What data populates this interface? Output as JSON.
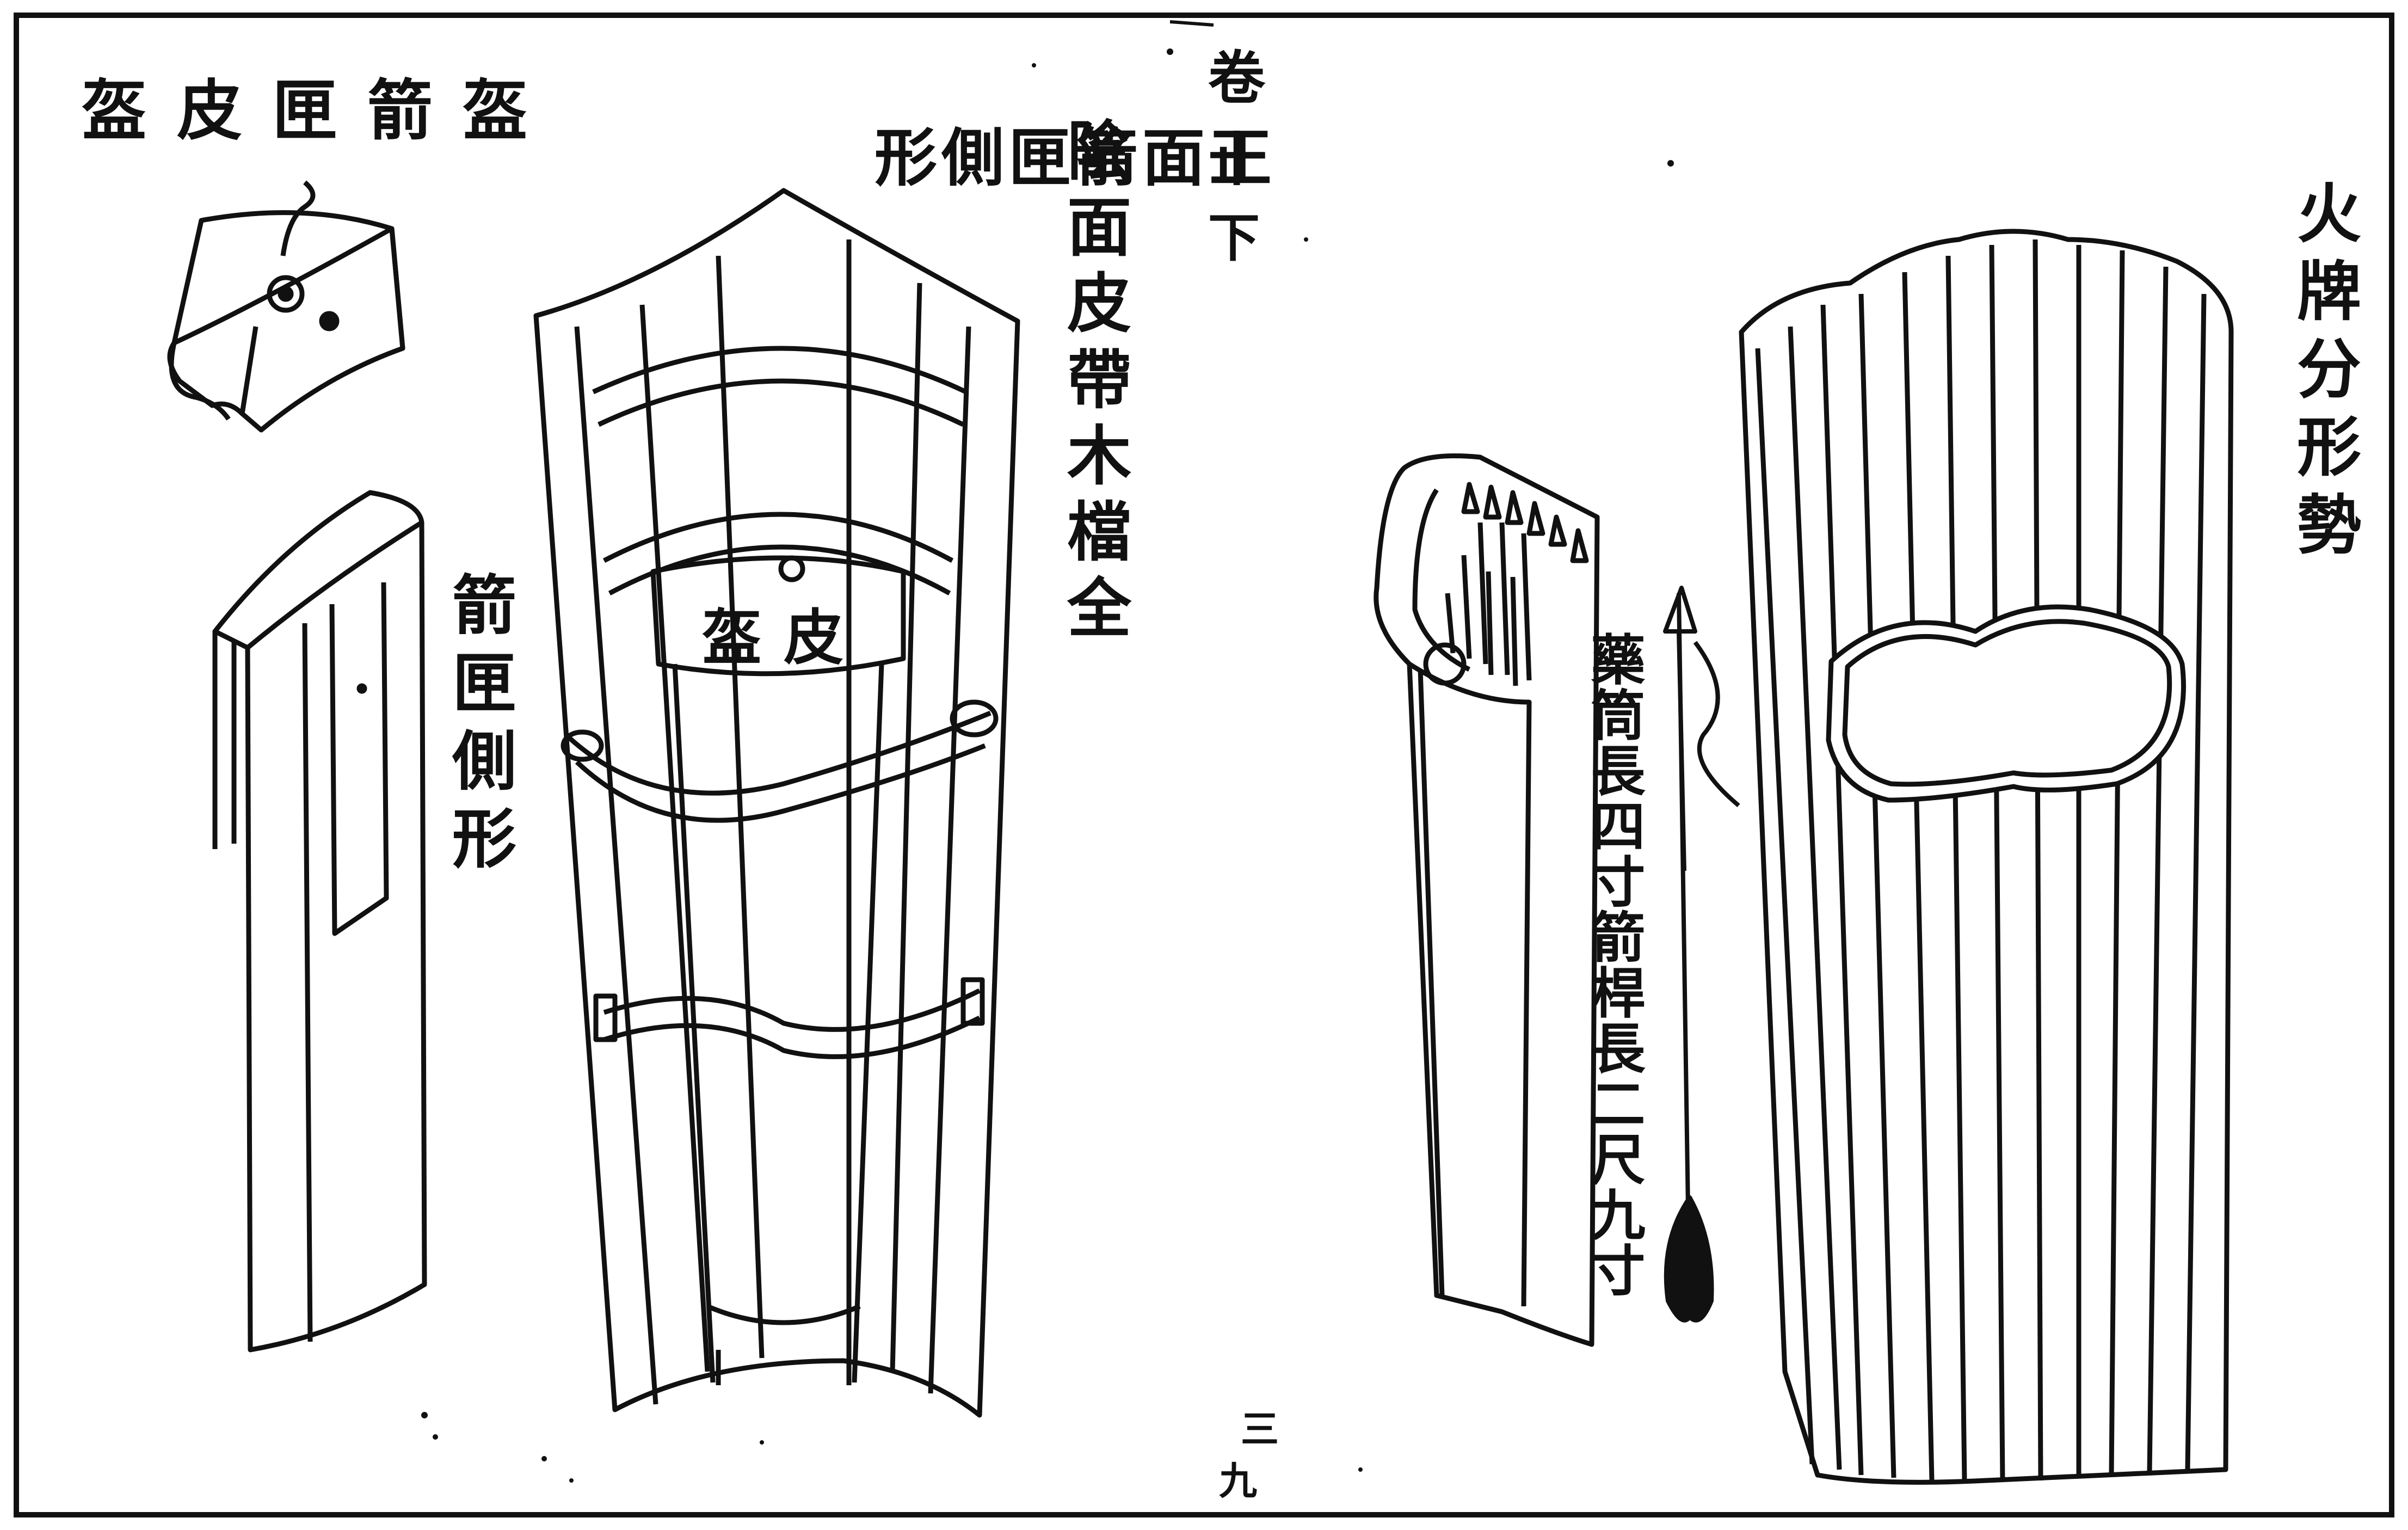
{
  "labels": {
    "top_left_title": "盔皮匣箭盔",
    "quiver_side": "箭匣側形",
    "center_vertical": "陰面皮帶木檔全",
    "inner_cap": "盔皮",
    "header_juan": "卷",
    "header_shi": "十",
    "header_xia": "下",
    "center_heading": "正面箭匣側形",
    "right_title": "火牌分形勢",
    "arrow_note": "藥筒長四寸箭桿長二尺九寸",
    "page_number": "三九"
  },
  "icons": {
    "cap": "leather-cap-drawing",
    "quiver_side": "quiver-side-view-drawing",
    "quiver_back": "quiver-back-panel-drawing",
    "quiver_front": "quiver-front-with-arrows-drawing",
    "rocket_arrow": "fire-arrow-drawing",
    "shield": "fire-shield-drawing"
  },
  "colors": {
    "ink": "#111111",
    "paper": "#ffffff"
  }
}
